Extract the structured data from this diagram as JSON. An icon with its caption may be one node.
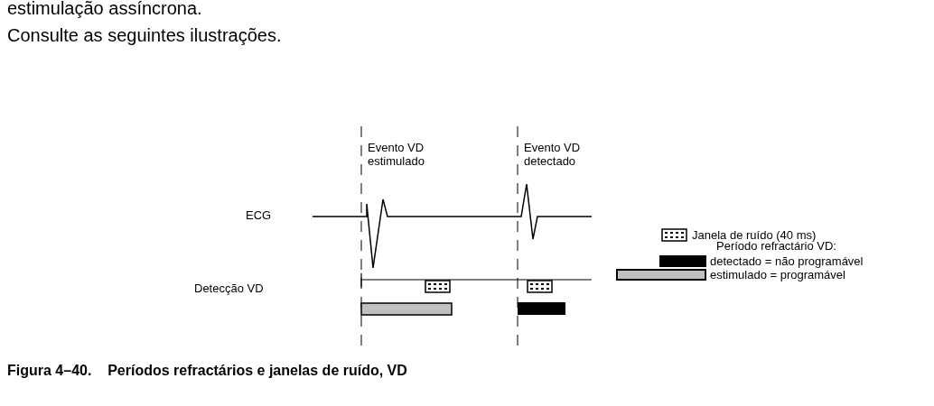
{
  "diagram": {
    "caption": "Figura 4–40.    Períodos refractários e janelas de ruído, VD",
    "labels": [
      "estimulação assíncrona.",
      "Consulte as seguintes ilustrações.",
      "Evento VD estimulado",
      "Evento VD detectado",
      "ECG",
      "Detecção VD",
      "Período refractário VD:"
    ],
    "legend": [
      {
        "text": "Janela de ruído (40 ms)"
      },
      {
        "text": "detectado = não programável",
        "color": "#000000"
      },
      {
        "text": "estimulado = programável",
        "color": "#c0c0c0"
      }
    ]
  }
}
